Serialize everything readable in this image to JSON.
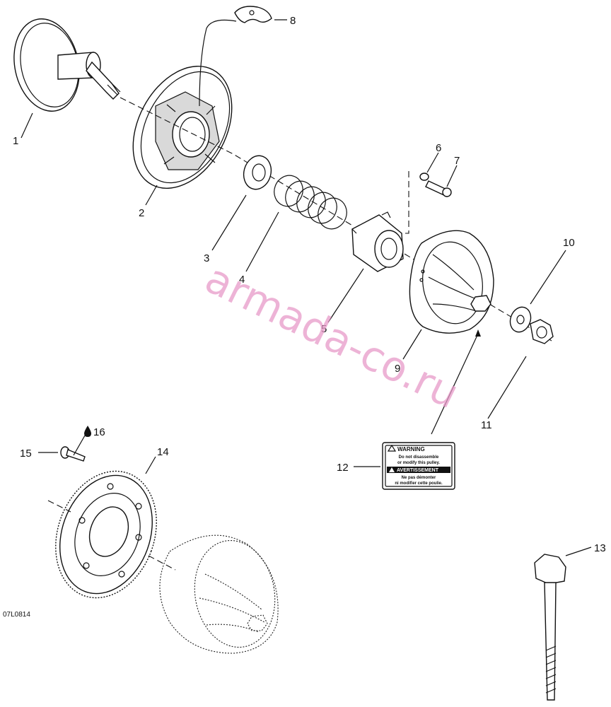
{
  "diagram": {
    "drawing_code": "07L0814",
    "watermark": "armada-co.ru",
    "callouts": [
      "1",
      "2",
      "3",
      "4",
      "5",
      "6",
      "7",
      "8",
      "9",
      "10",
      "11",
      "12",
      "13",
      "14",
      "15",
      "16"
    ],
    "warning_label": {
      "line1": "WARNING",
      "line2": "Do not disassemble",
      "line3": "or modify this pulley.",
      "line4": "AVERTISSEMENT",
      "line5": "Ne pas démonter",
      "line6": "ni modifier cette poulie."
    },
    "colors": {
      "ink": "#111111",
      "watermark": "#e79ac8"
    },
    "icons": {
      "callout-16": "oil-drop-icon"
    }
  }
}
